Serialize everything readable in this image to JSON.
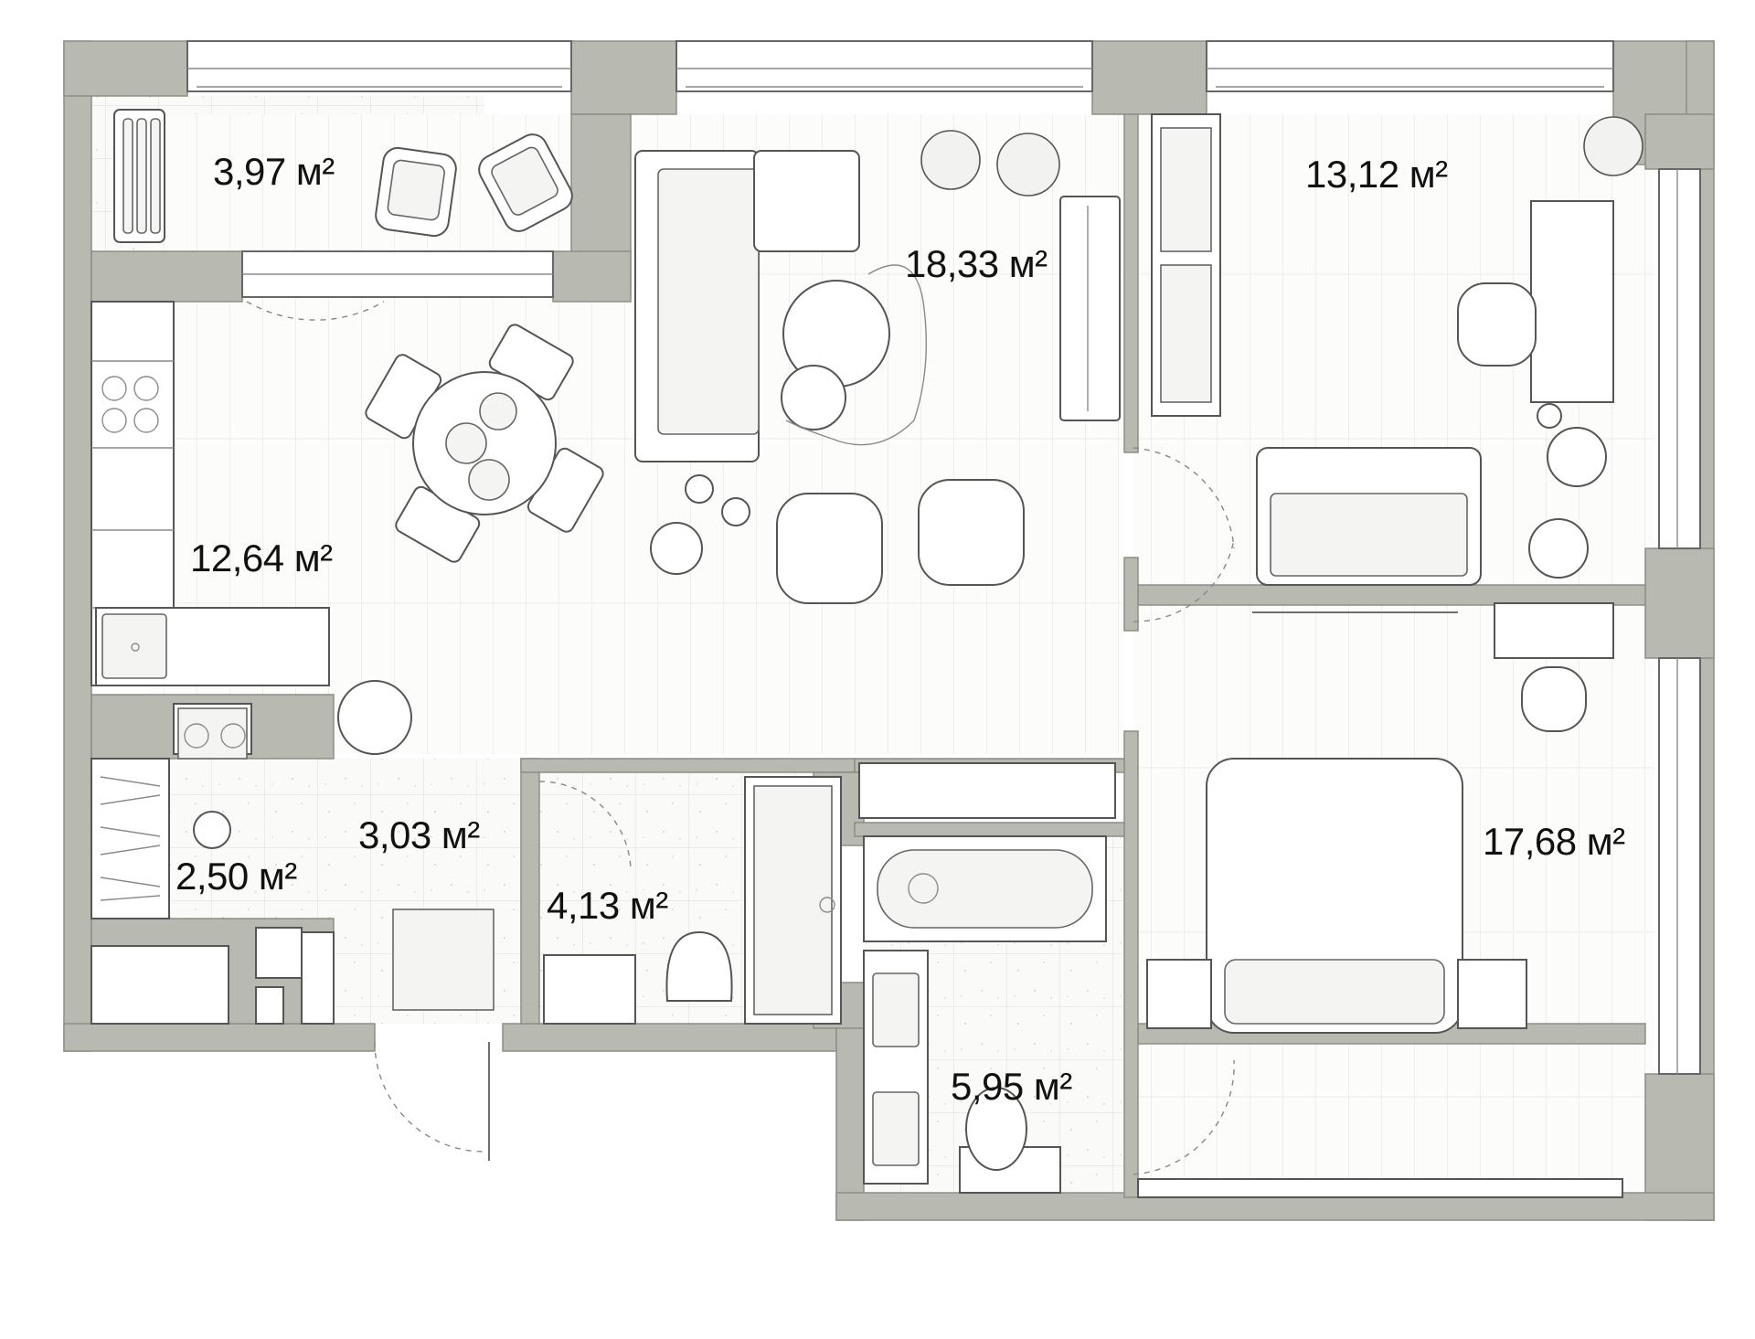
{
  "rooms": [
    {
      "name": "balcony",
      "area": "3,97 м²"
    },
    {
      "name": "kitchen",
      "area": "12,64 м²"
    },
    {
      "name": "living",
      "area": "18,33 м²"
    },
    {
      "name": "bedroom-1",
      "area": "13,12 м²"
    },
    {
      "name": "bedroom-2",
      "area": "17,68 м²"
    },
    {
      "name": "storage",
      "area": "2,50 м²"
    },
    {
      "name": "hall",
      "area": "3,03 м²"
    },
    {
      "name": "shower-room",
      "area": "4,13 м²"
    },
    {
      "name": "bathroom",
      "area": "5,95 м²"
    }
  ],
  "colors": {
    "wall": "#b8b9b1",
    "floor": "#fbfbfa",
    "line": "#6f6f6f",
    "text": "#111111"
  }
}
